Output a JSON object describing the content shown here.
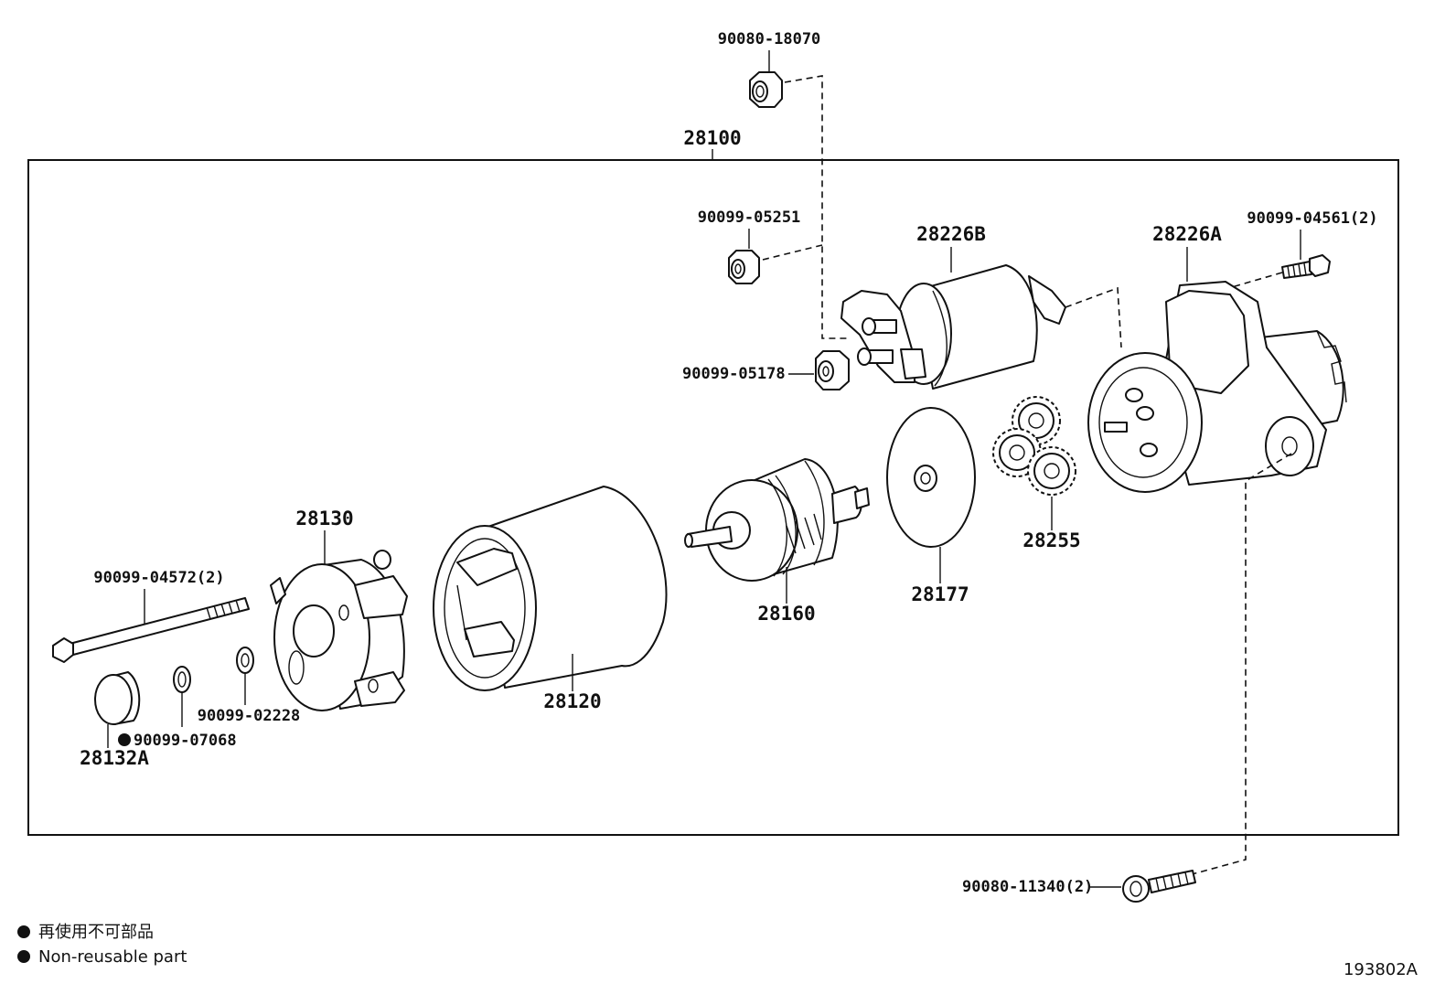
{
  "diagram": {
    "assembly": "28100",
    "parts": {
      "nut_top": "90080-18070",
      "nut_a": "90099-05251",
      "nut_b": "90099-05178",
      "switch": "28226B",
      "housing": "28226A",
      "bolt_small": "90099-04561(2)",
      "gears": "28255",
      "plate": "28177",
      "armature": "28160",
      "yoke": "28120",
      "end_frame": "28130",
      "through_bolt": "90099-04572(2)",
      "washer_a": "90099-02228",
      "washer_b": "90099-07068",
      "cap": "28132A",
      "mount_bolt": "90080-11340(2)"
    },
    "legend": {
      "line1": "再使用不可部品",
      "line2": "Non-reusable part"
    },
    "figure_id": "193802A"
  }
}
